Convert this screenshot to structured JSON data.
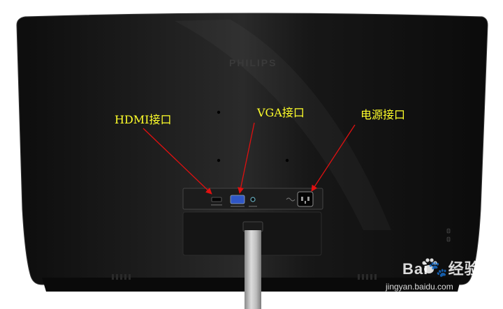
{
  "brand": {
    "logo_text": "PHILIPS"
  },
  "callouts": {
    "hdmi": "HDMI接口",
    "vga": "VGA接口",
    "power": "电源接口"
  },
  "watermark": {
    "main": "Bai🐾经验",
    "sub": "jingyan.baidu.com"
  },
  "colors": {
    "label": "#ffff2a",
    "arrow": "#e01010",
    "monitor_back": "#141414",
    "stand": "#b9b9b9"
  }
}
